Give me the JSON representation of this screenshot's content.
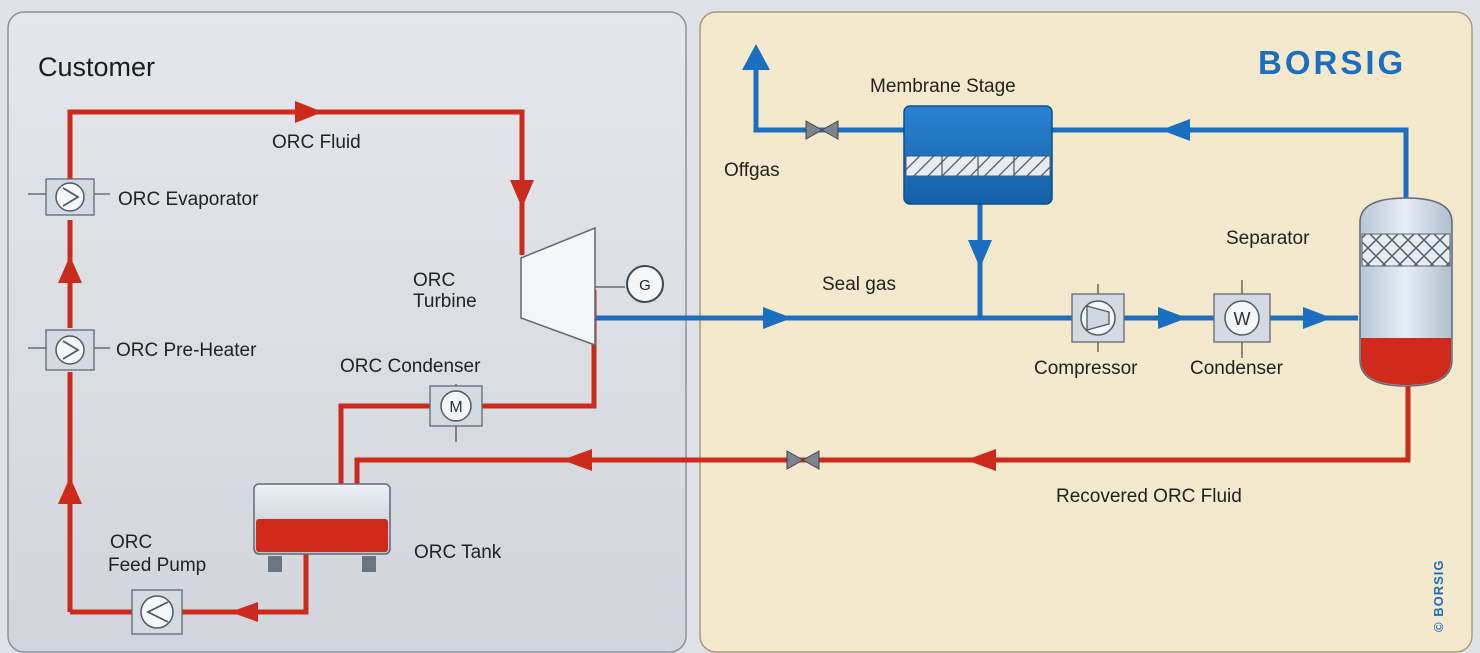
{
  "panels": {
    "customer_title": "Customer",
    "brand": "BORSIG",
    "copyright": "© BORSIG"
  },
  "labels": {
    "orc_fluid": "ORC Fluid",
    "orc_evaporator": "ORC Evaporator",
    "orc_preheater": "ORC Pre-Heater",
    "orc_turbine_1": "ORC",
    "orc_turbine_2": "Turbine",
    "generator": "G",
    "orc_condenser": "ORC Condenser",
    "condenser_symbol": "M",
    "orc_tank": "ORC Tank",
    "orc_feed_pump_1": "ORC",
    "orc_feed_pump_2": "Feed Pump",
    "membrane_stage": "Membrane Stage",
    "offgas": "Offgas",
    "seal_gas": "Seal gas",
    "separator": "Separator",
    "compressor": "Compressor",
    "condenser": "Condenser",
    "condenser2_symbol": "W",
    "recovered_orc_fluid": "Recovered ORC Fluid"
  },
  "colors": {
    "orc_fluid_line": "#cc2a1a",
    "gas_line": "#1a6fc0",
    "customer_panel": "#dadde2",
    "borsig_panel": "#f5e9cd",
    "brand": "#1a6fc0"
  }
}
